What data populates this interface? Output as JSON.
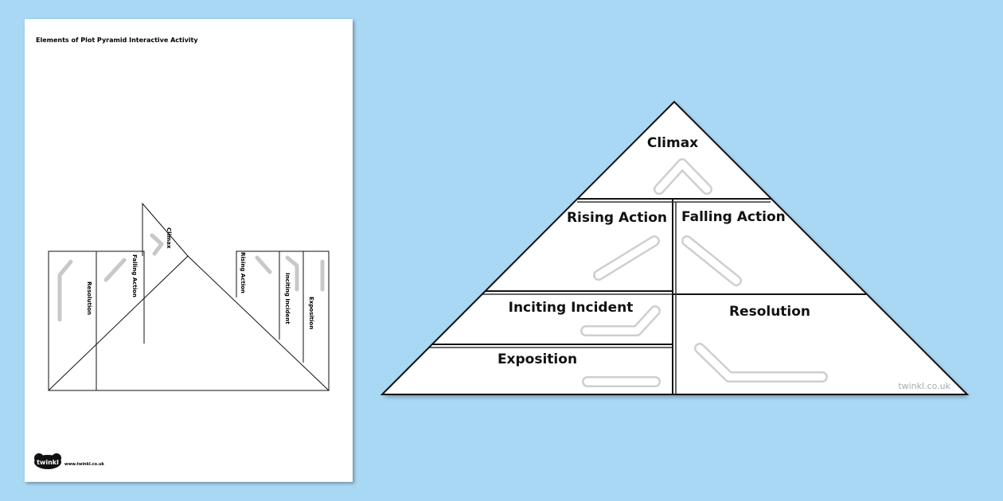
{
  "sheet": {
    "title": "Elements of Plot Pyramid Interactive Activity",
    "logo_text": "twinkl",
    "url": "www.twinkl.co.uk"
  },
  "net": {
    "labels": {
      "resolution": "Resolution",
      "falling_action": "Falling Action",
      "climax": "Climax",
      "rising_action": "Rising Action",
      "inciting_incident": "Inciting Incident",
      "exposition": "Exposition"
    }
  },
  "pyramid": {
    "labels": {
      "climax": "Climax",
      "rising_action": "Rising Action",
      "falling_action": "Falling Action",
      "inciting_incident": "Inciting Incident",
      "resolution": "Resolution",
      "exposition": "Exposition"
    },
    "watermark": "twinkl.co.uk"
  },
  "colors": {
    "background": "#a9d8f5",
    "paper": "#ffffff",
    "line": "#111111",
    "arrow": "#c8c8c8"
  }
}
